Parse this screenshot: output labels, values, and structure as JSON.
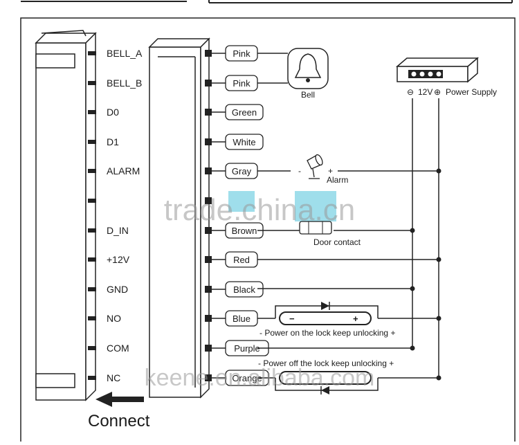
{
  "terminals": [
    {
      "pin": "BELL_A",
      "wire": "Pink"
    },
    {
      "pin": "BELL_B",
      "wire": "Pink"
    },
    {
      "pin": "D0",
      "wire": "Green"
    },
    {
      "pin": "D1",
      "wire": "White"
    },
    {
      "pin": "ALARM",
      "wire": "Gray"
    },
    {
      "pin": "",
      "wire": ""
    },
    {
      "pin": "D_IN",
      "wire": "Brown"
    },
    {
      "pin": "+12V",
      "wire": "Red"
    },
    {
      "pin": "GND",
      "wire": "Black"
    },
    {
      "pin": "NO",
      "wire": "Blue"
    },
    {
      "pin": "COM",
      "wire": "Purple"
    },
    {
      "pin": "NC",
      "wire": "Orange"
    }
  ],
  "components": {
    "bell": "Bell",
    "alarm": "Alarm",
    "alarm_minus": "-",
    "alarm_plus": "+",
    "door_contact": "Door contact",
    "power_supply": "Power Supply",
    "ps_minus": "⊖",
    "ps_voltage": "12V",
    "ps_plus": "⊕",
    "lock_on_note": "-  Power on the lock keep unlocking  +",
    "lock_off_note": "-  Power off the lock keep unlocking  +",
    "lock_minus": "−",
    "lock_plus": "+"
  },
  "connect_label": "Connect",
  "watermarks": {
    "center": "trade.china.cn",
    "bottom": "keene.en.alibaba.com"
  }
}
